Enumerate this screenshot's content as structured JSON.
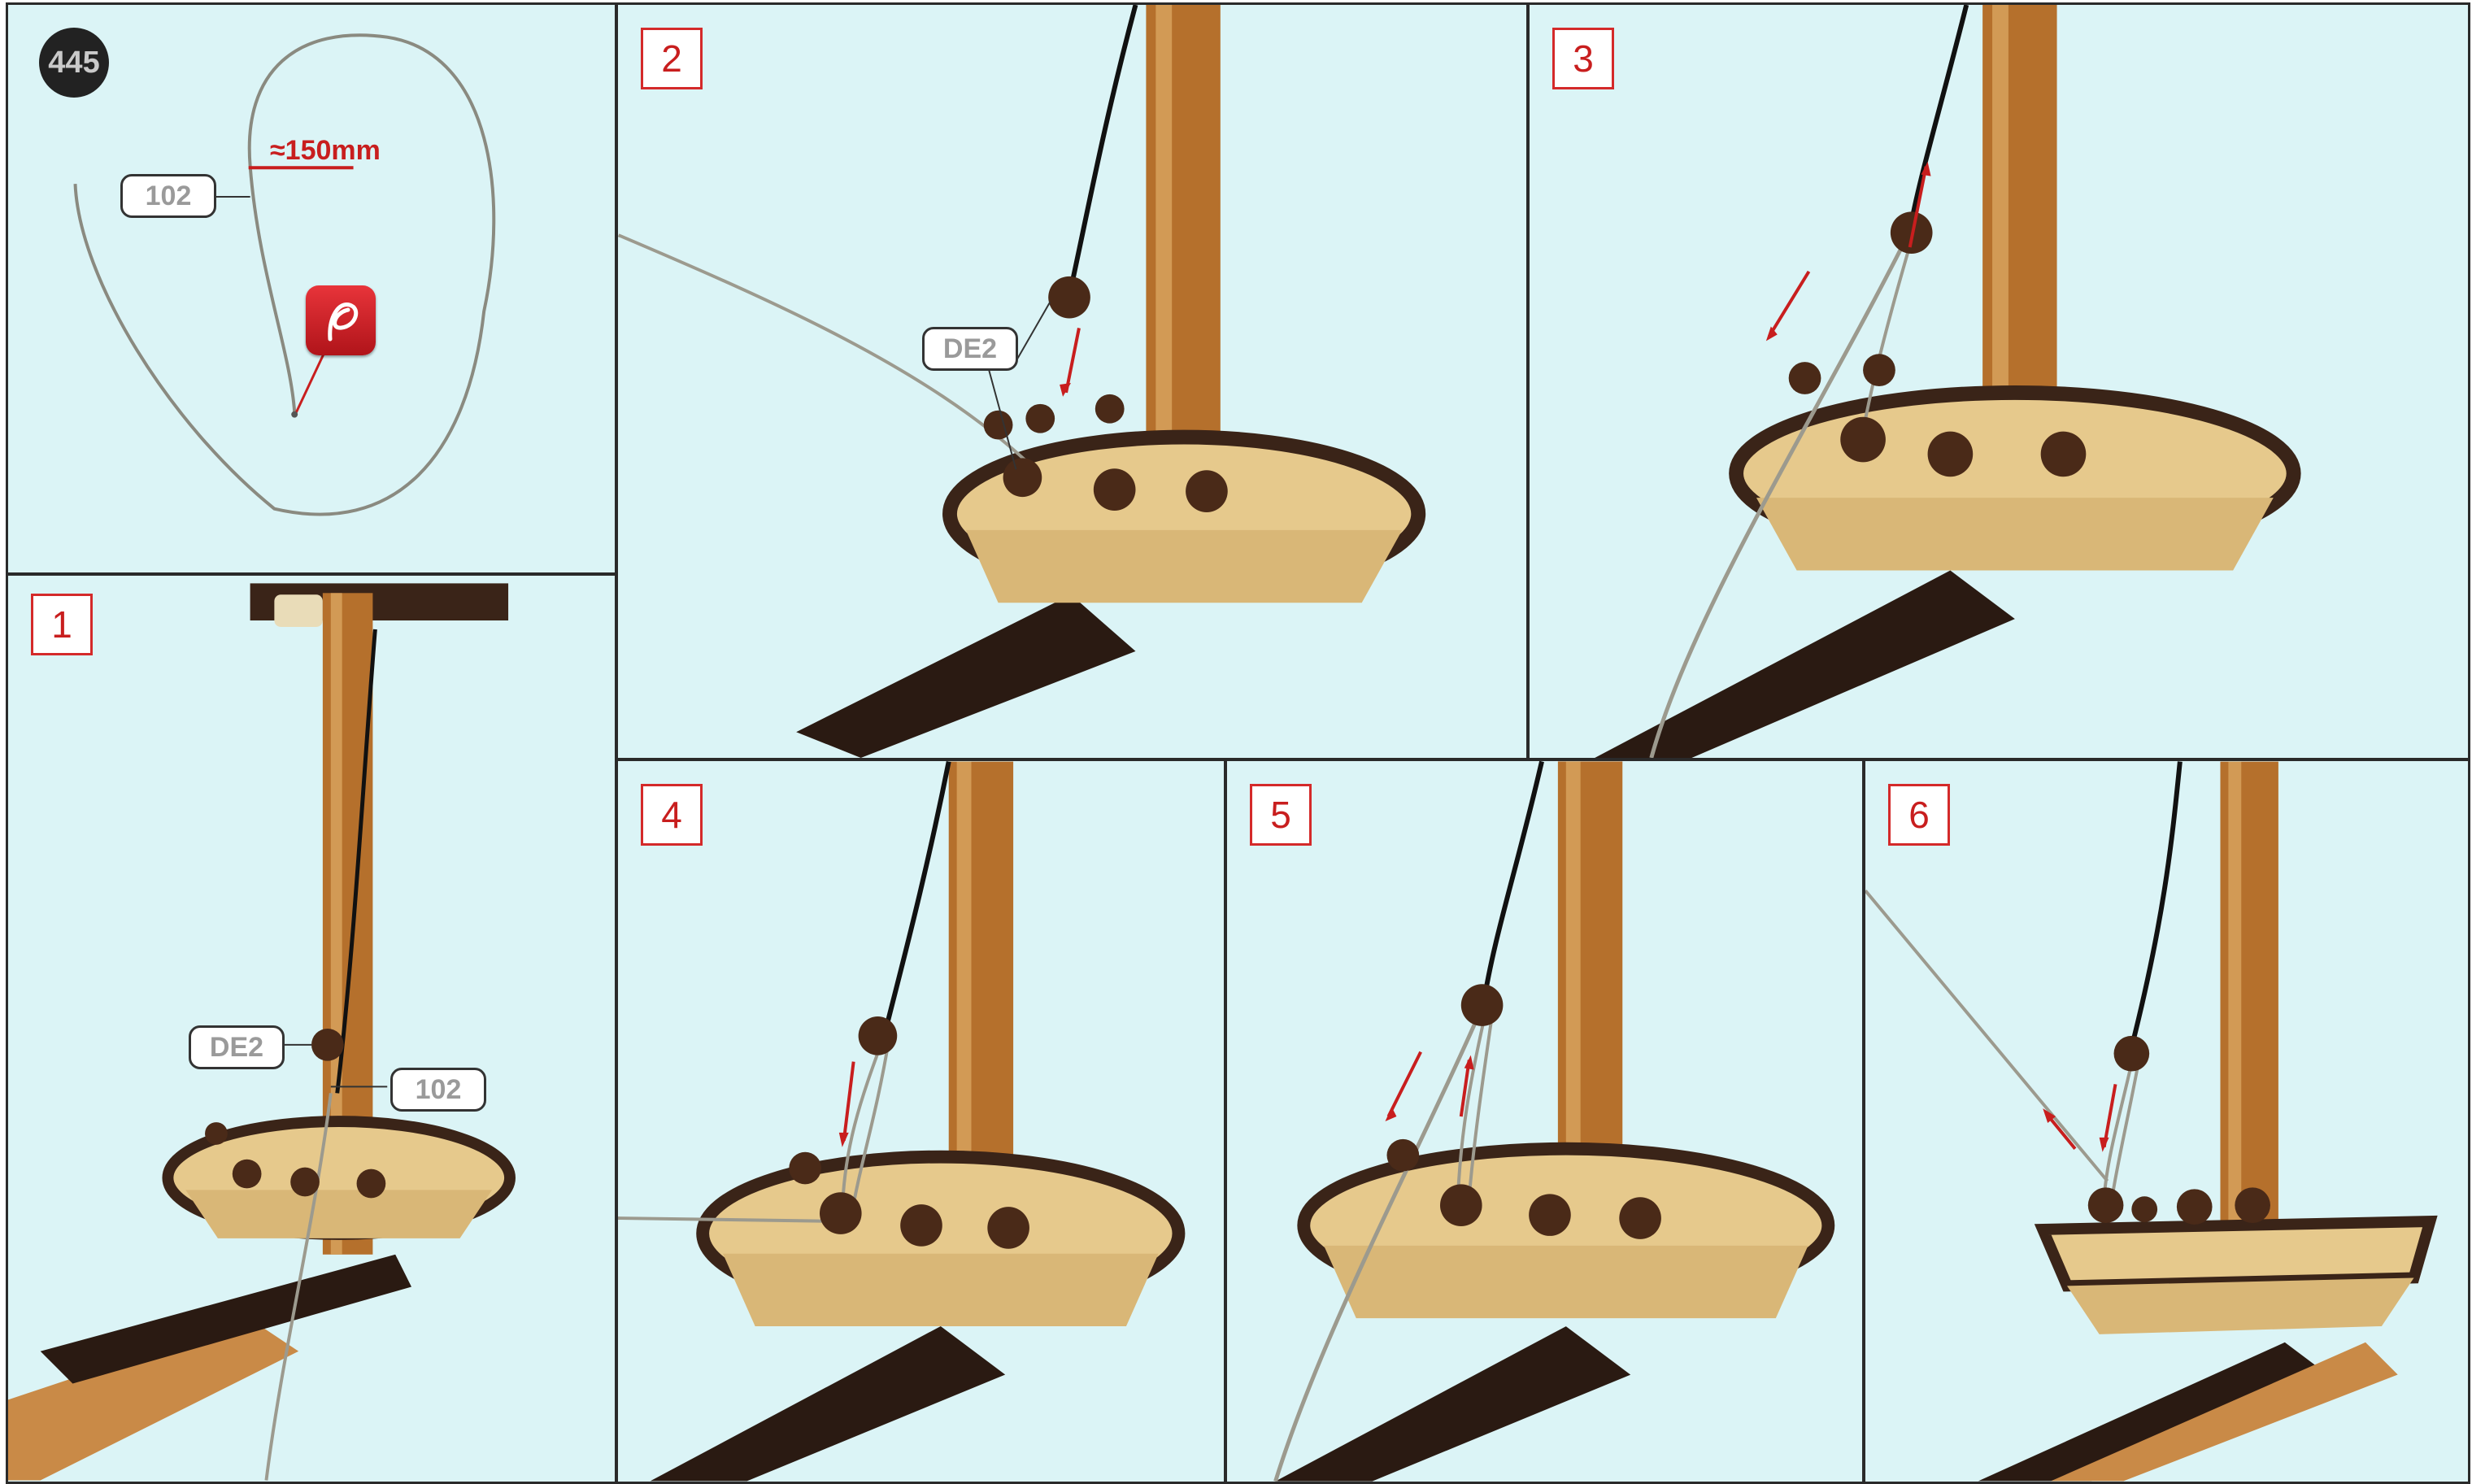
{
  "page_number": "445",
  "parts": {
    "line": "102",
    "block": "DE2"
  },
  "measurement": "≈150mm",
  "icons": {
    "knot": "knot-icon",
    "arrow": "red-arrow"
  },
  "colors": {
    "background": "#dbf4f6",
    "accent_red": "#c81e1e",
    "panel_border": "#2a2a2a",
    "mast_wood": "#b5702c",
    "dark_wood": "#3a2418"
  },
  "steps": [
    {
      "number": "1",
      "labels": [
        "DE2",
        "102"
      ]
    },
    {
      "number": "2",
      "labels": [
        "DE2"
      ]
    },
    {
      "number": "3",
      "labels": []
    },
    {
      "number": "4",
      "labels": []
    },
    {
      "number": "5",
      "labels": []
    },
    {
      "number": "6",
      "labels": []
    }
  ]
}
